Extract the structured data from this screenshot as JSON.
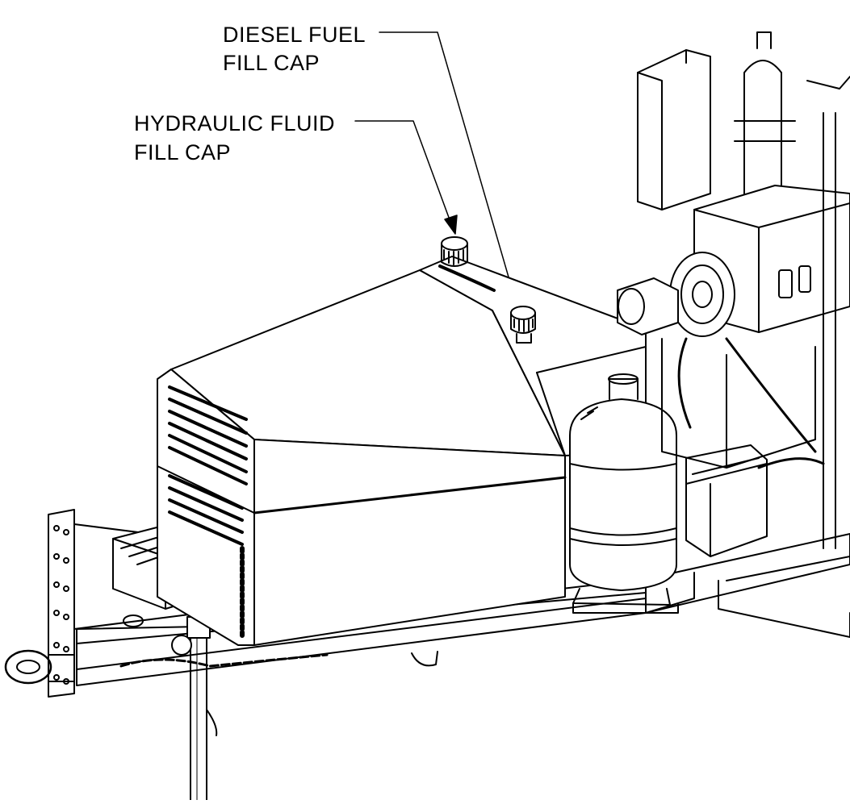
{
  "callouts": {
    "diesel": {
      "line1": "DIESEL FUEL",
      "line2": "FILL CAP"
    },
    "hydraulic": {
      "line1": "HYDRAULIC FLUID",
      "line2": "FILL CAP"
    }
  },
  "colors": {
    "ink": "#000000",
    "paper": "#ffffff"
  }
}
